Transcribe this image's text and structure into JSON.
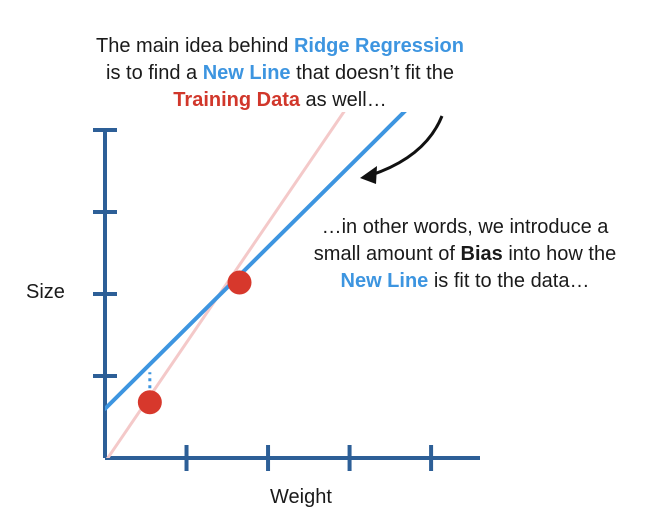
{
  "text": {
    "top_line1_a": "The main idea behind ",
    "top_line1_b": "Ridge Regression",
    "top_line2_a": "is to find a ",
    "top_line2_b": "New Line",
    "top_line2_c": " that doesn’t fit the",
    "top_line3_a": "Training Data",
    "top_line3_b": " as well…",
    "right_line1": "…in other words, we introduce a",
    "right_line2_a": "small amount of ",
    "right_line2_b": "Bias",
    "right_line2_c": " into how the",
    "right_line3_a": "New Line",
    "right_line3_b": " is fit to the data…"
  },
  "colors": {
    "axis": "#2d5f97",
    "new_line": "#3d95e0",
    "training_line": "#f4c9c9",
    "points": "#d7382c",
    "arrow": "#111111"
  },
  "chart_data": {
    "type": "scatter",
    "xlabel": "Weight",
    "ylabel": "Size",
    "xlim": [
      0,
      4.6
    ],
    "ylim": [
      0,
      4
    ],
    "points": [
      {
        "x": 0.55,
        "y": 0.68
      },
      {
        "x": 1.65,
        "y": 2.14
      }
    ],
    "lines": [
      {
        "role": "training-data-fit",
        "x": [
          0,
          2.95
        ],
        "y": [
          -0.05,
          4.25
        ]
      },
      {
        "role": "new-line",
        "x": [
          0,
          3.75
        ],
        "y": [
          0.6,
          4.3
        ]
      }
    ]
  }
}
